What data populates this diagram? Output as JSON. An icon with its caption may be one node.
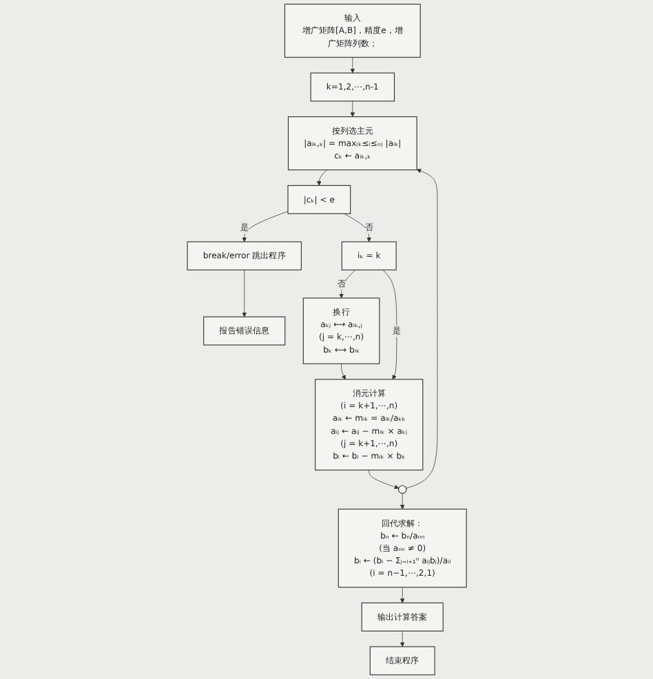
{
  "diagram": {
    "nodes": [
      {
        "text": [
          "输入",
          "增广矩阵[A,B]，精度e，增广矩阵列数；"
        ]
      },
      {
        "text": [
          "k=1,2,⋯,n-1"
        ]
      },
      {
        "text": [
          "按列选主元",
          "|aᵢₖ,ₖ| = max₍ₖ≤ᵢ≤ₙ₎ |aᵢₖ|",
          "cₖ ← aᵢₖ,ₖ"
        ]
      },
      {
        "text": [
          "|cₖ| < e"
        ]
      },
      {
        "text": [
          "iₖ = k"
        ]
      },
      {
        "text": [
          "换行",
          "aₖⱼ ⟷ aᵢₖ,ⱼ",
          "(j = k,⋯,n)",
          "bₖ ⟷ bᵢₖ"
        ]
      },
      {
        "text": [
          "消元计算",
          "(i = k+1,⋯,n)",
          "aᵢₖ ← mᵢₖ = aᵢₖ/aₖₖ",
          "aᵢⱼ ← aᵢⱼ − mᵢₖ × aₖⱼ",
          "(j = k+1,⋯,n)",
          "bᵢ ← bᵢ − mᵢₖ × bₖ"
        ]
      },
      {
        "text": [],
        "shape": "circle"
      },
      {
        "text": [
          "break/error 跳出程序"
        ]
      },
      {
        "text": [
          "报告错误信息"
        ]
      },
      {
        "text": [
          "回代求解：",
          "bₙ ← bₙ/aₙₙ",
          "(当 aₙₙ ≠ 0)",
          "bᵢ ← (bᵢ − Σⱼ₌ᵢ₊₁ⁿ aᵢⱼbⱼ)/aᵢᵢ",
          "(i = n−1,⋯,2,1)"
        ]
      },
      {
        "text": [
          "输出计算答案"
        ]
      },
      {
        "text": [
          "结束程序"
        ]
      }
    ],
    "edges": [
      {
        "from": 0,
        "to": 1,
        "arrow": "to"
      },
      {
        "from": 1,
        "to": 2,
        "arrow": "to"
      },
      {
        "from": 2,
        "to": 3,
        "arrow": "to"
      },
      {
        "from": 3,
        "to": 8,
        "arrow": "to",
        "label": "是"
      },
      {
        "from": 3,
        "to": 4,
        "arrow": "to",
        "label": "否"
      },
      {
        "from": 4,
        "to": 5,
        "arrow": "to",
        "label": "否"
      },
      {
        "from": 4,
        "to": 6,
        "arrow": "to",
        "label": "是"
      },
      {
        "from": 5,
        "to": 6,
        "arrow": "to"
      },
      {
        "from": 6,
        "to": 7,
        "arrow": "to"
      },
      {
        "from": 7,
        "to": 2,
        "arrow": "to"
      },
      {
        "from": 7,
        "to": 10,
        "arrow": "to"
      },
      {
        "from": 8,
        "to": 9,
        "arrow": "to"
      },
      {
        "from": 10,
        "to": 11,
        "arrow": "to"
      },
      {
        "from": 11,
        "to": 12,
        "arrow": "to"
      }
    ]
  }
}
